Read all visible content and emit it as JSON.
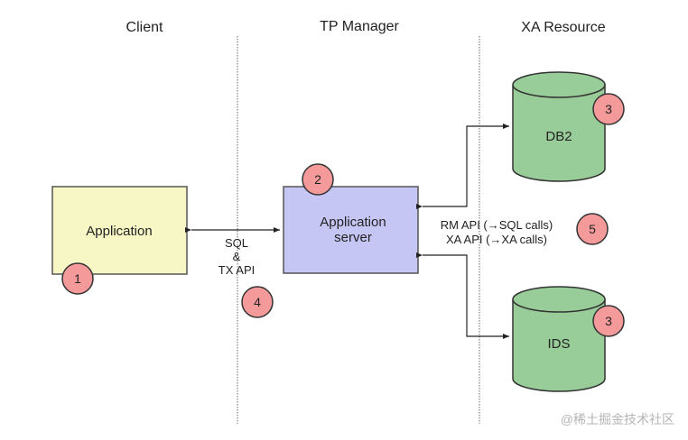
{
  "columns": {
    "client": "Client",
    "tp_manager": "TP Manager",
    "xa_resource": "XA Resource"
  },
  "nodes": {
    "application": {
      "label": "Application",
      "color": "#f7f7c6"
    },
    "app_server": {
      "line1": "Application",
      "line2": "server",
      "color": "#c6c6f5"
    },
    "db2": {
      "label": "DB2",
      "color": "#98cc98"
    },
    "ids": {
      "label": "IDS",
      "color": "#98cc98"
    }
  },
  "edges": {
    "client_server": {
      "line1": "SQL",
      "line2": "&",
      "line3": "TX API"
    },
    "server_resources": {
      "line1": "RM API (→SQL calls)",
      "line2": "XA API (→XA calls)"
    }
  },
  "markers": {
    "m1": "1",
    "m2": "2",
    "m3a": "3",
    "m3b": "3",
    "m4": "4",
    "m5": "5",
    "color": "#f59a9a"
  },
  "watermark": "@稀土掘金技术社区"
}
